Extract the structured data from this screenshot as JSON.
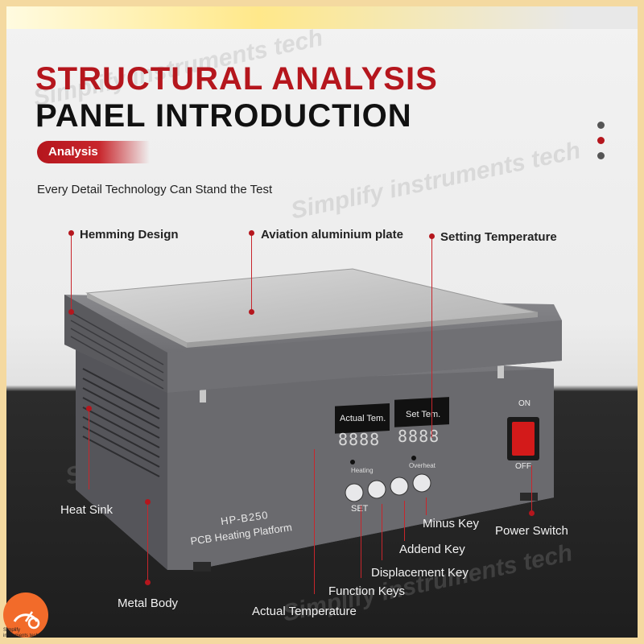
{
  "header": {
    "title_line1": "STRUCTURAL ANALYSIS",
    "title_line2": "PANEL INTRODUCTION",
    "tag": "Analysis",
    "subtitle": "Every Detail Technology Can Stand the Test"
  },
  "watermark": "Simplify instruments tech",
  "logo": {
    "line1": "Simplify",
    "line2": "instruments tech",
    "icon": "gauge-gear-icon"
  },
  "device": {
    "model": "HP-B250",
    "name": "PCB Heating Platform",
    "actual_label": "Actual Tem.",
    "set_label": "Set Tem.",
    "actual_display": "8888",
    "set_display": "8888",
    "heating_label": "Heating",
    "overheat_label": "Overheat",
    "set_key_label": "SET",
    "switch_on": "ON",
    "switch_off": "OFF"
  },
  "callouts": {
    "hemming": "Hemming Design",
    "aluminium": "Aviation aluminium plate",
    "setting_temp": "Setting Temperature",
    "heat_sink": "Heat Sink",
    "metal_body": "Metal Body",
    "minus_key": "Minus Key",
    "power_switch": "Power Switch",
    "addend_key": "Addend Key",
    "displacement_key": "Displacement Key",
    "function_keys": "Function Keys",
    "actual_temp": "Actual Temperature"
  },
  "colors": {
    "accent": "#b5161d",
    "logo": "#f26b2a"
  }
}
